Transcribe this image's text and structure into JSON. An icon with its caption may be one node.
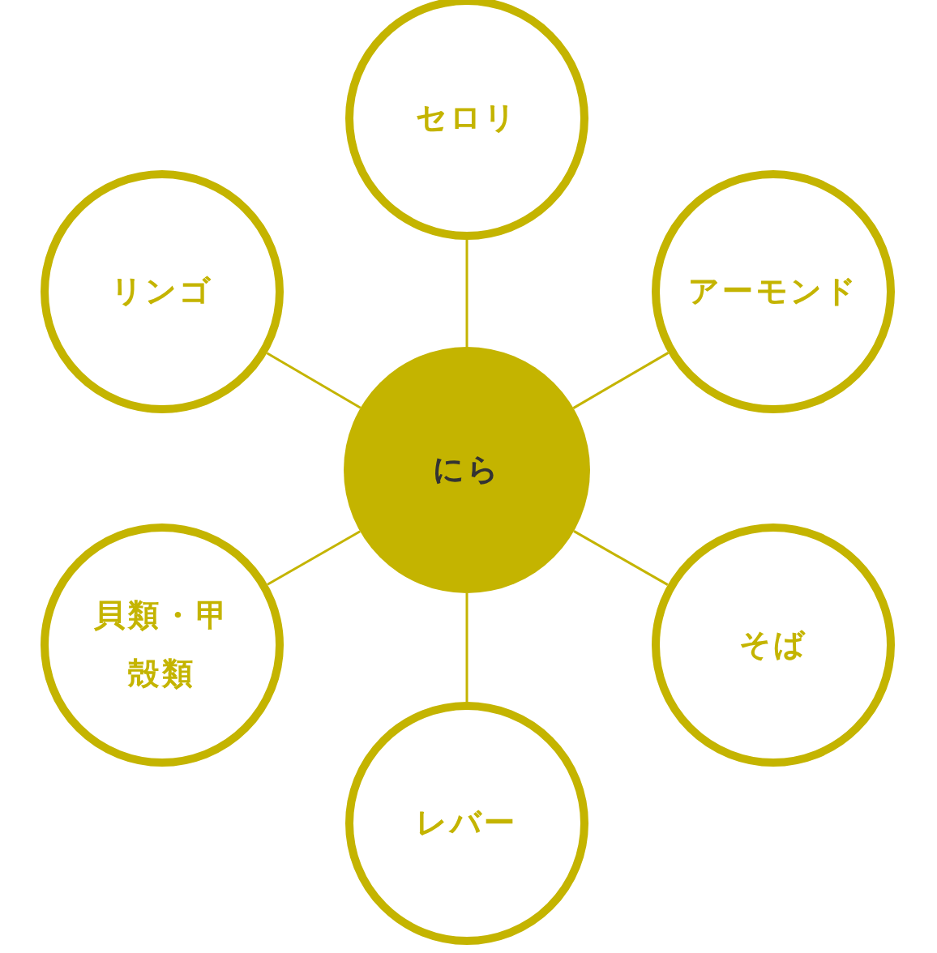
{
  "diagram": {
    "nodes": [
      {
        "text": [
          "にら"
        ]
      },
      {
        "text": [
          "セロリ"
        ]
      },
      {
        "text": [
          "アーモンド"
        ]
      },
      {
        "text": [
          "そば"
        ]
      },
      {
        "text": [
          "レバー"
        ]
      },
      {
        "text": [
          "貝類・甲殻類"
        ]
      },
      {
        "text": [
          "リンゴ"
        ]
      }
    ],
    "edges": [
      {
        "from": 0,
        "to": 1,
        "arrow": "none"
      },
      {
        "from": 0,
        "to": 2,
        "arrow": "none"
      },
      {
        "from": 0,
        "to": 3,
        "arrow": "none"
      },
      {
        "from": 0,
        "to": 4,
        "arrow": "none"
      },
      {
        "from": 0,
        "to": 5,
        "arrow": "none"
      },
      {
        "from": 0,
        "to": 6,
        "arrow": "none"
      }
    ]
  }
}
